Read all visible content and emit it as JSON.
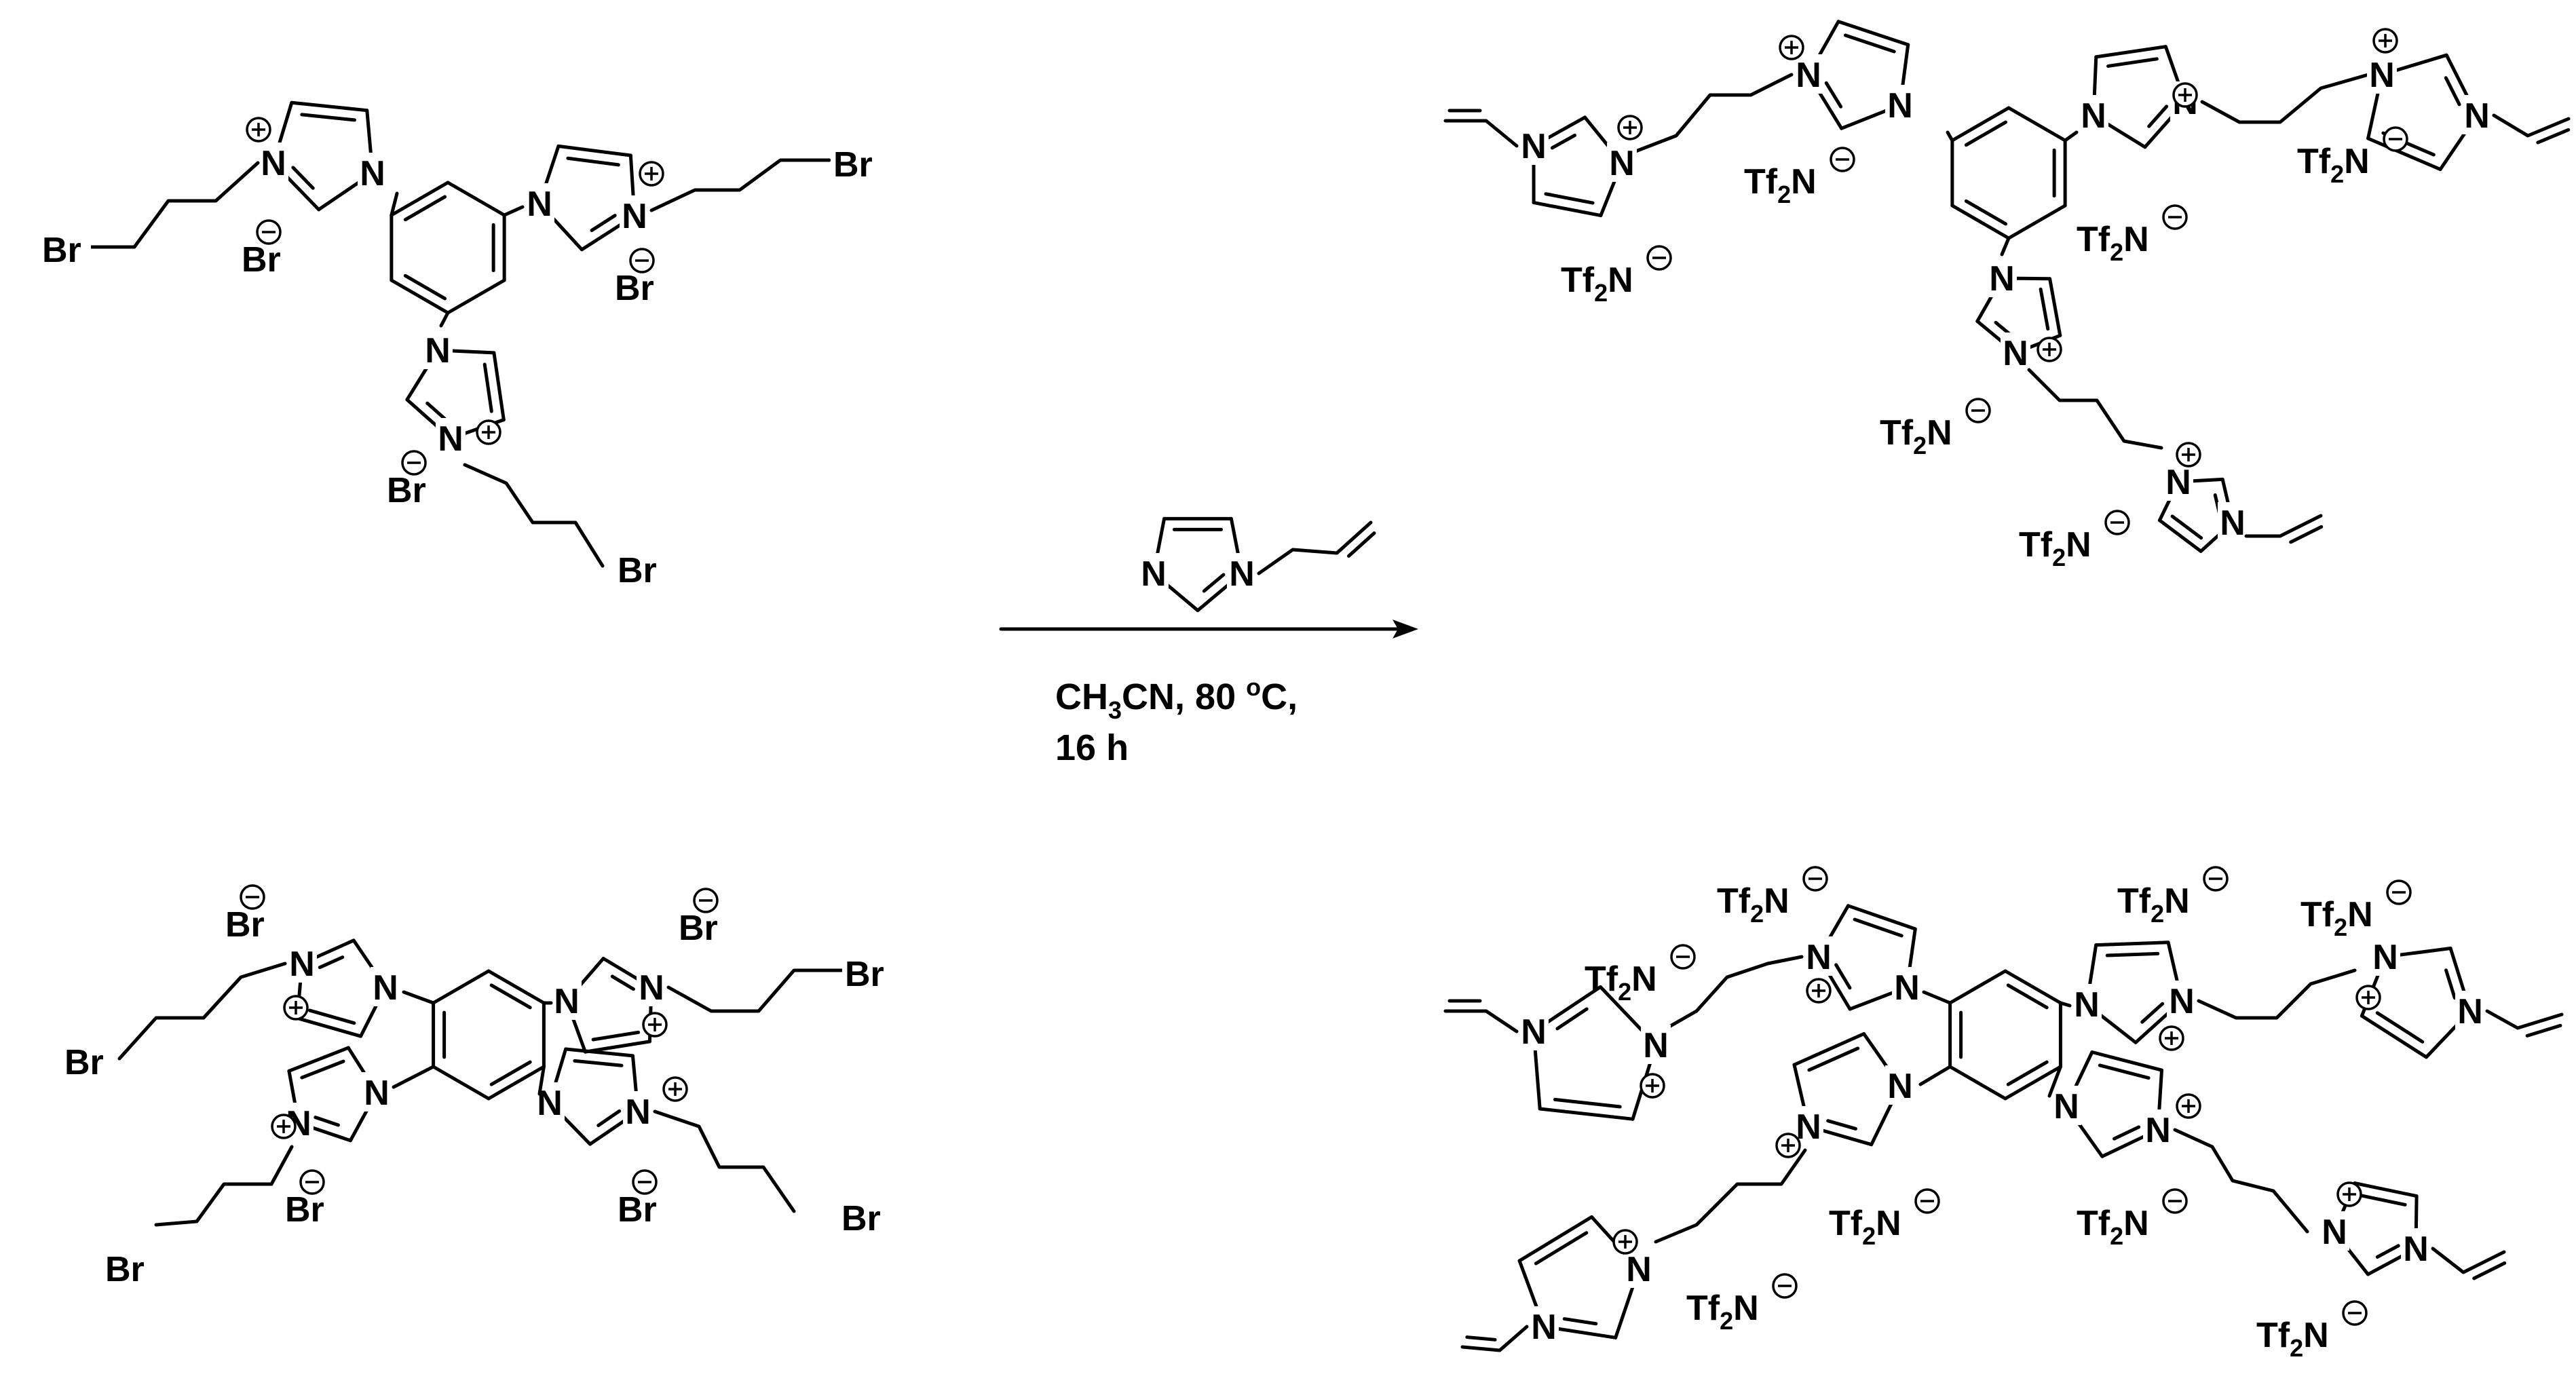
{
  "labels": {
    "br": "Br",
    "n": "N",
    "tf2n_prefix": "Tf",
    "tf2n_sub": "2",
    "tf2n_suffix": "N"
  },
  "reaction": {
    "reagent_label": "N-vinylimidazole",
    "condition_line1_a": "CH",
    "condition_line1_sub": "3",
    "condition_line1_b": "CN, 80 ",
    "condition_line1_deg": "o",
    "condition_line1_c": "C,",
    "condition_line2": "16 h"
  }
}
